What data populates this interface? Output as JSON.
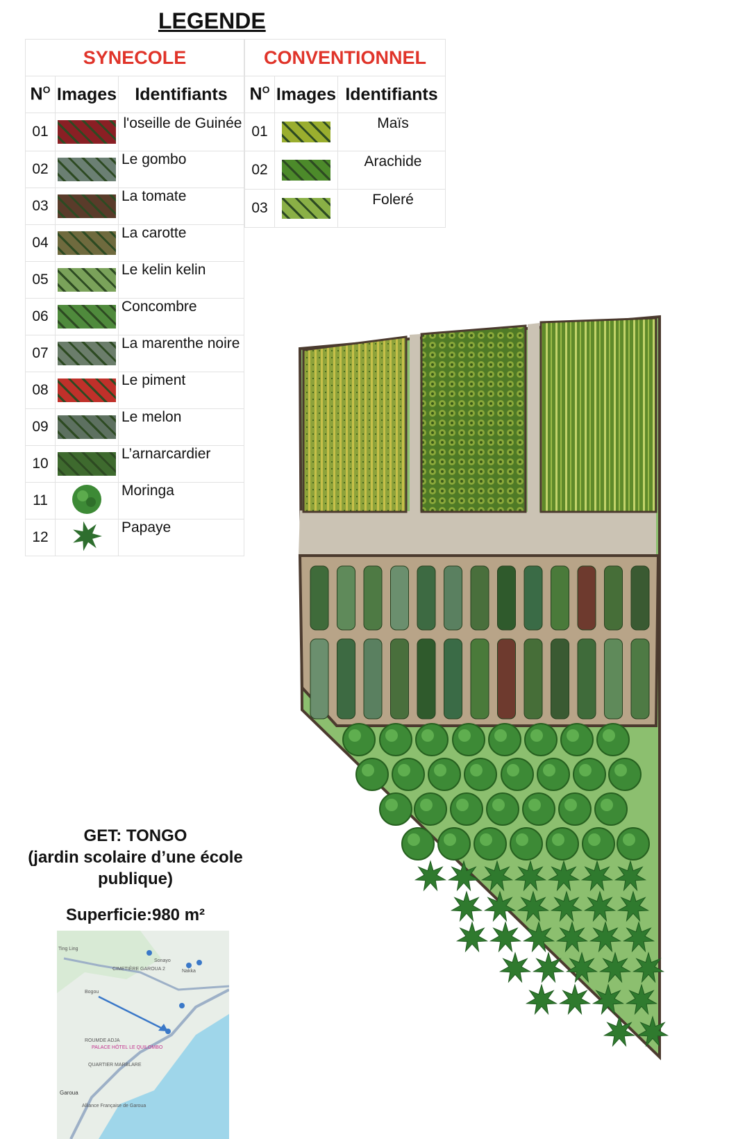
{
  "legend": {
    "title": "LEGENDE",
    "synecole": {
      "heading": "SYNECOLE",
      "col_no": "N",
      "col_no_sup": "O",
      "col_images": "Images",
      "col_ident": "Identifiants",
      "rows": [
        {
          "no": "01",
          "name": "l'oseille de Guinée",
          "color": "#8a1f24"
        },
        {
          "no": "02",
          "name": "Le gombo",
          "color": "#6b7f73"
        },
        {
          "no": "03",
          "name": "La tomate",
          "color": "#5a3b2a"
        },
        {
          "no": "04",
          "name": "La carotte",
          "color": "#6f6a3e"
        },
        {
          "no": "05",
          "name": "Le kelin kelin",
          "color": "#7aa25a"
        },
        {
          "no": "06",
          "name": "Concombre",
          "color": "#4f8a3c"
        },
        {
          "no": "07",
          "name": "La marenthe noire",
          "color": "#6b7d6b"
        },
        {
          "no": "08",
          "name": "Le piment",
          "color": "#c0302a"
        },
        {
          "no": "09",
          "name": "Le melon",
          "color": "#5d7060"
        },
        {
          "no": "10",
          "name": "L’arnarcardier",
          "color": "#3e6a2e"
        },
        {
          "no": "11",
          "name": "Moringa",
          "color": "#3d8a36",
          "icon": "tree-icon"
        },
        {
          "no": "12",
          "name": "Papaye",
          "color": "#2e6e2e",
          "icon": "papaya-leaf-icon"
        }
      ]
    },
    "conventionnel": {
      "heading": "CONVENTIONNEL",
      "col_no": "N",
      "col_no_sup": "O",
      "col_images": "Images",
      "col_ident": "Identifiants",
      "rows": [
        {
          "no": "01",
          "name": "Maïs",
          "color": "#9aae2e"
        },
        {
          "no": "02",
          "name": "Arachide",
          "color": "#4c8a2a"
        },
        {
          "no": "03",
          "name": "Foleré",
          "color": "#8ab046"
        }
      ]
    }
  },
  "info": {
    "line1": "GET: TONGO",
    "line2": "(jardin scolaire d’une école",
    "line3": "publique)",
    "superficie": "Superficie:980 m²"
  },
  "map": {
    "labels": [
      "Ting Ling",
      "Sonayo",
      "CIMETIÈRE GAROUA 2",
      "Nakka",
      "Bogou",
      "ROUMDE ADJA",
      "PALACE HÔTEL LE QUILOMBO",
      "QUARTIER MARBLARE",
      "Garoua",
      "Alliance Française de Garoua"
    ],
    "water_color": "#9fd6ea",
    "land_color": "#e8eee8",
    "road_color": "#9db0c7",
    "pin_color": "#3a78c8"
  },
  "colors": {
    "path": "#cbc3b4",
    "soil": "#b8a488",
    "field_border": "#4b3a2e",
    "meadow": "#8cbf6f"
  }
}
